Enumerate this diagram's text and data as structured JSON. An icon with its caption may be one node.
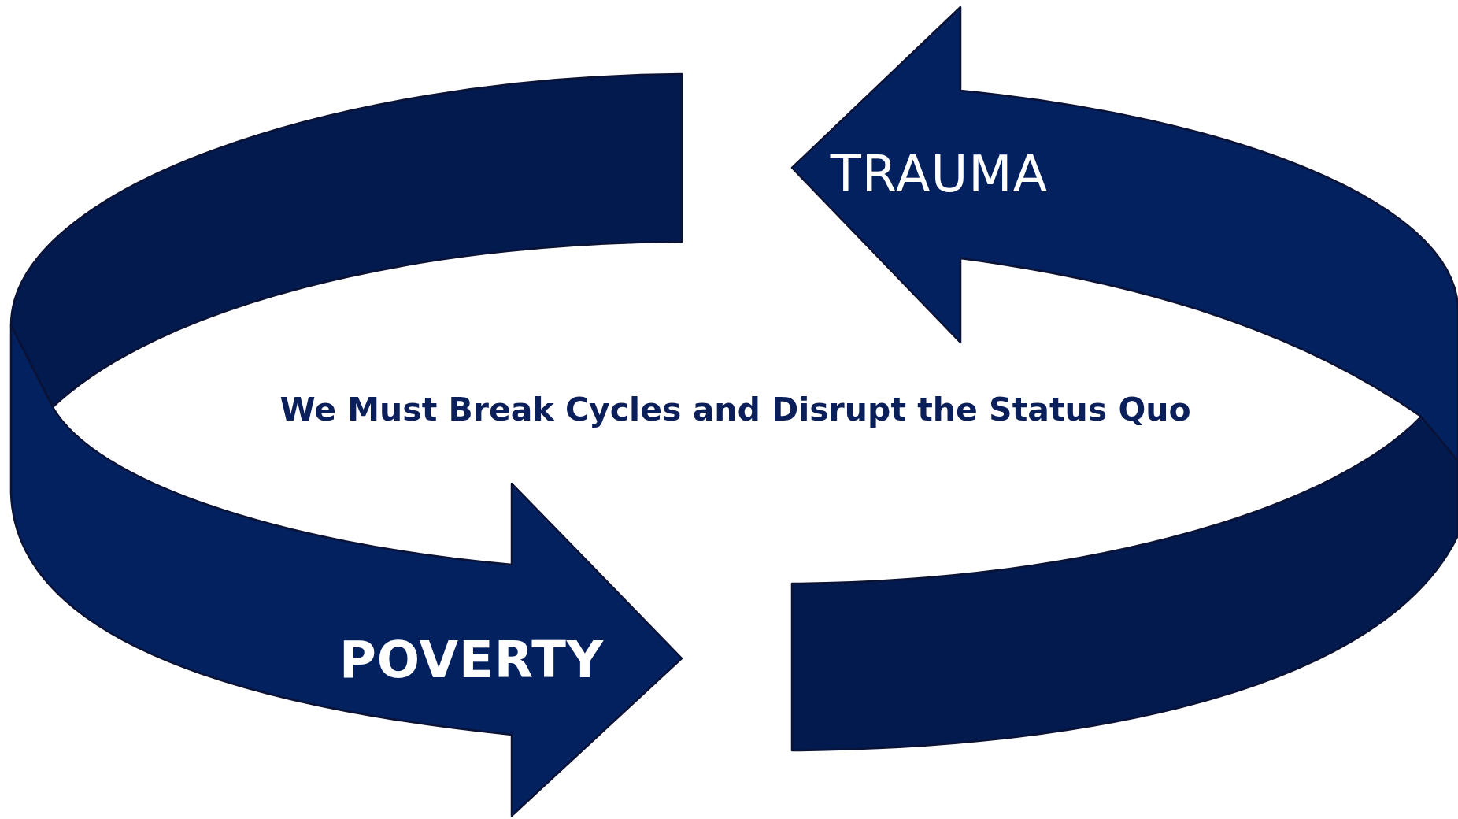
{
  "diagram": {
    "nodes": [
      {
        "text": [
          "TRAUMA"
        ]
      },
      {
        "text": [
          "POVERTY"
        ]
      }
    ],
    "labels": [
      "We Must Break Cycles and Disrupt the Status Quo"
    ]
  }
}
